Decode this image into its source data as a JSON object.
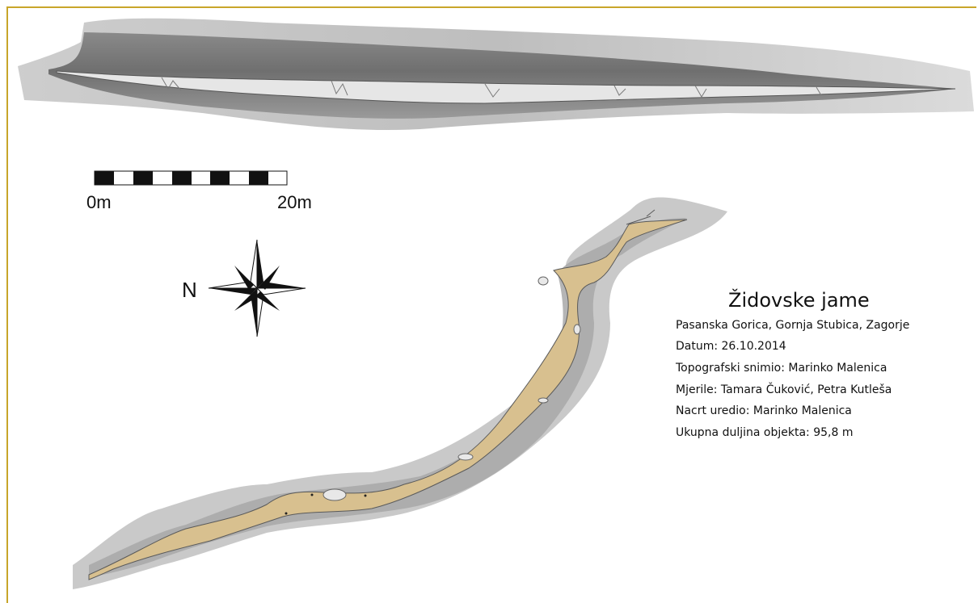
{
  "scale_bar": {
    "start_label": "0m",
    "end_label": "20m"
  },
  "north_arrow": {
    "label": "N"
  },
  "info": {
    "title": "Židovske jame",
    "lines": [
      "Pasanska Gorica, Gornja Stubica, Zagorje",
      "Datum: 26.10.2014",
      "Topografski snimio: Marinko Malenica",
      "Mjerile: Tamara Čuković, Petra Kutleša",
      "Nacrt uredio: Marinko Malenica",
      "Ukupna duljina objekta: 95,8 m"
    ]
  },
  "colors": {
    "frame": "#c8a52a",
    "cave_floor": "#d8c08f",
    "rock": "#9a9a9a"
  }
}
